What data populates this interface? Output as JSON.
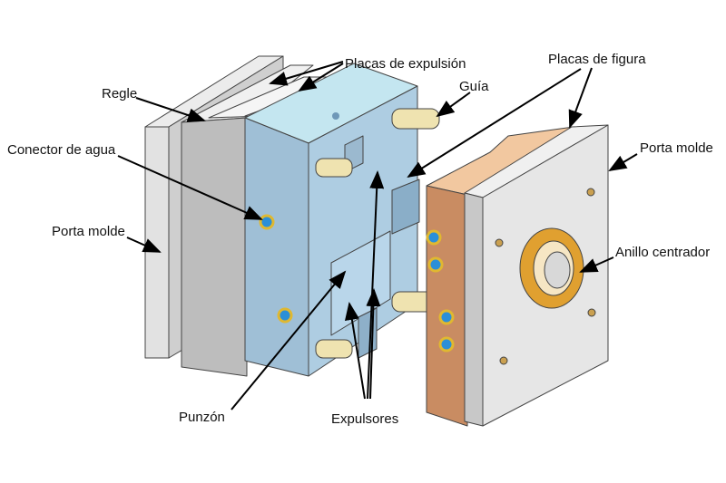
{
  "labels": {
    "placas_expulsion": "Placas de expulsión",
    "regle": "Regle",
    "guia": "Guía",
    "placas_figura": "Placas de figura",
    "conector_agua": "Conector de agua",
    "porta_molde_left": "Porta molde",
    "porta_molde_right": "Porta molde",
    "anillo_centrador": "Anillo centrador",
    "punzon": "Punzón",
    "expulsores": "Expulsores"
  },
  "colors": {
    "plate_gray": "#d9d9d9",
    "punch_blue": "#a9c8de",
    "cavity_copper": "#c98c62",
    "guide_cream": "#efe3b0",
    "ring_gold": "#e0a030",
    "connector_blue": "#2b8fd8"
  }
}
